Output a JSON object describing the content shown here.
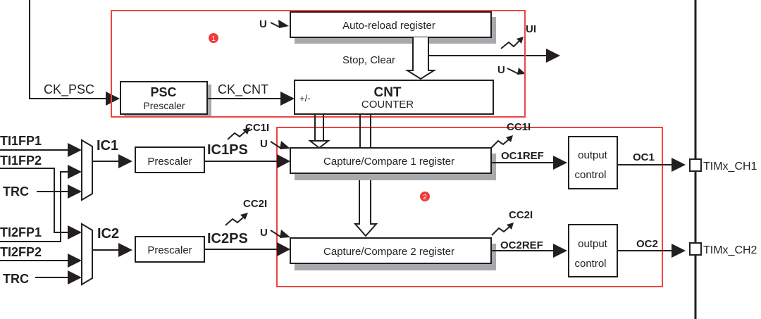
{
  "diagram": {
    "title": "General-purpose timer block diagram (time-base, input capture and output compare channels)",
    "signals": {
      "ck_psc": "CK_PSC",
      "ck_cnt": "CK_CNT",
      "stop_clear": "Stop, Clear",
      "ui": "UI",
      "u": "U",
      "cc1i": "CC1I",
      "cc2i": "CC2I",
      "ic1": "IC1",
      "ic2": "IC2",
      "ic1ps": "IC1PS",
      "ic2ps": "IC2PS",
      "oc1ref": "OC1REF",
      "oc2ref": "OC2REF",
      "oc1": "OC1",
      "oc2": "OC2",
      "plus_minus": "+/-"
    },
    "inputs": {
      "ti1fp1": "TI1FP1",
      "ti1fp2": "TI1FP2",
      "trc1": "TRC",
      "ti2fp1": "TI2FP1",
      "ti2fp2": "TI2FP2",
      "trc2": "TRC"
    },
    "blocks": {
      "psc_title": "PSC",
      "psc_sub": "Prescaler",
      "arr": "Auto-reload register",
      "cnt_title": "CNT",
      "cnt_sub": "COUNTER",
      "prescaler1": "Prescaler",
      "prescaler2": "Prescaler",
      "ccr1": "Capture/Compare 1 register",
      "ccr2": "Capture/Compare 2 register",
      "outctl1_line1": "output",
      "outctl1_line2": "control",
      "outctl2_line1": "output",
      "outctl2_line2": "control"
    },
    "pins": {
      "ch1": "TIMx_CH1",
      "ch2": "TIMx_CH2"
    },
    "annotations": [
      {
        "number": "1",
        "color": "#ef3b3b"
      },
      {
        "number": "2",
        "color": "#ef3b3b"
      }
    ],
    "highlight_color": "#ef4444"
  }
}
